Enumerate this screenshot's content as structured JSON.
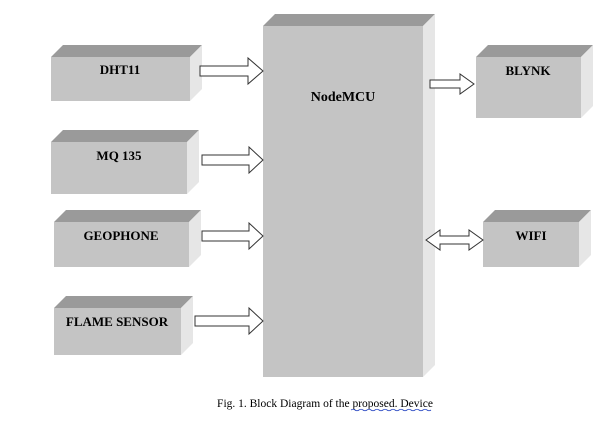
{
  "title": "Block Diagram of the proposed Device",
  "colors": {
    "block_front": "#c4c4c4",
    "block_top": "#9a9a9a",
    "block_side": "#e6e6e6",
    "arrow_outline": "#333333",
    "arrow_fill": "#ffffff",
    "proofing_underline": "#1f3fbf"
  },
  "blocks": {
    "dht11": "DHT11",
    "mq135": "MQ 135",
    "geophone": "GEOPHONE",
    "flame": "FLAME SENSOR",
    "nodemcu": "NodeMCU",
    "blynk": "BLYNK",
    "wifi": "WIFI"
  },
  "connections": [
    {
      "from": "DHT11",
      "to": "NodeMCU",
      "direction": "one-way"
    },
    {
      "from": "MQ 135",
      "to": "NodeMCU",
      "direction": "one-way"
    },
    {
      "from": "GEOPHONE",
      "to": "NodeMCU",
      "direction": "one-way"
    },
    {
      "from": "FLAME SENSOR",
      "to": "NodeMCU",
      "direction": "one-way"
    },
    {
      "from": "NodeMCU",
      "to": "BLYNK",
      "direction": "one-way"
    },
    {
      "from": "NodeMCU",
      "to": "WIFI",
      "direction": "two-way"
    }
  ],
  "caption": "Fig. 1. Block Diagram of the proposed. Device"
}
